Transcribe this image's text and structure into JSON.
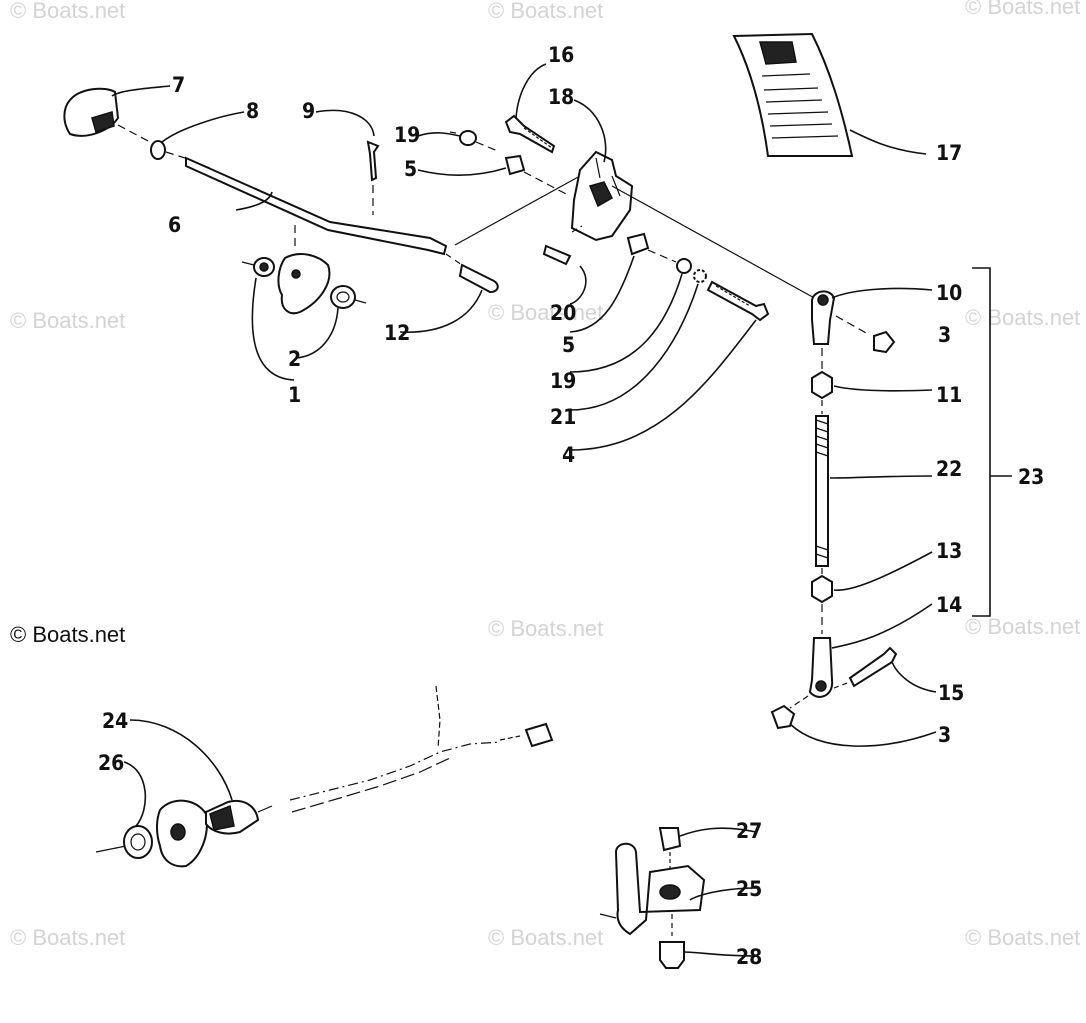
{
  "watermark": "© Boats.net",
  "copyright": "© Boats.net",
  "callouts": {
    "c1": "1",
    "c2": "2",
    "c3a": "3",
    "c3b": "3",
    "c4": "4",
    "c5a": "5",
    "c5b": "5",
    "c6": "6",
    "c7": "7",
    "c8": "8",
    "c9": "9",
    "c10": "10",
    "c11": "11",
    "c12": "12",
    "c13": "13",
    "c14": "14",
    "c15": "15",
    "c16": "16",
    "c17": "17",
    "c18": "18",
    "c19a": "19",
    "c19b": "19",
    "c20": "20",
    "c21": "21",
    "c22": "22",
    "c23": "23",
    "c24": "24",
    "c25": "25",
    "c26": "26",
    "c27": "27",
    "c28": "28"
  }
}
